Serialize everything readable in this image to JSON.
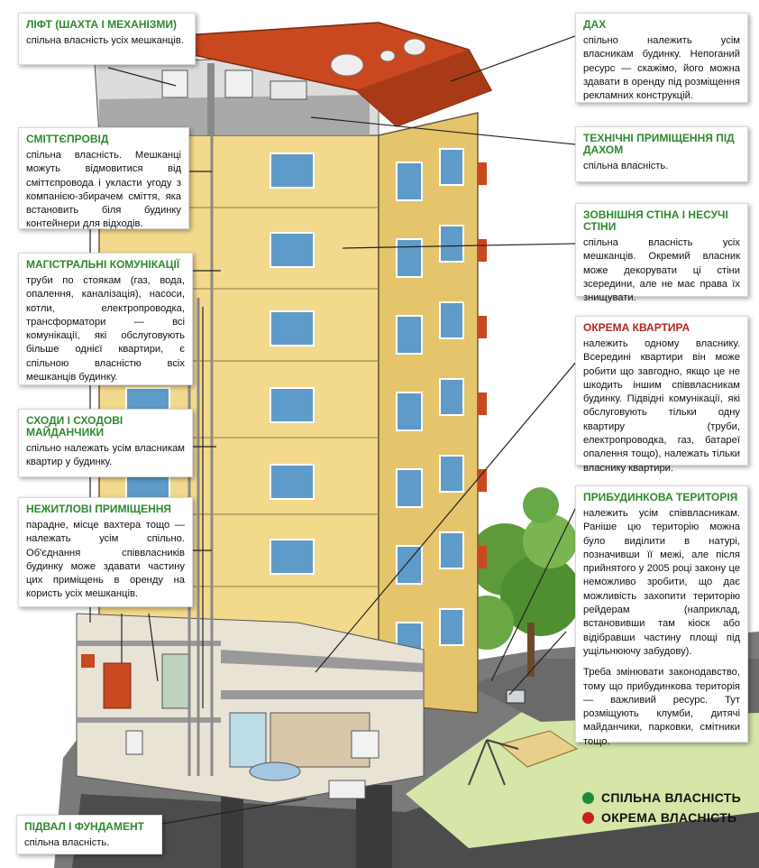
{
  "callouts": [
    {
      "id": "lift",
      "title": "ЛІФТ (ШАХТА І МЕХАНІЗМИ)",
      "title_color": "green",
      "paragraphs": [
        "спільна власність усіх мешканців."
      ]
    },
    {
      "id": "garbage",
      "title": "СМІТТЄПРОВІД",
      "title_color": "green",
      "paragraphs": [
        "спільна власність. Мешканці можуть відмовитися від сміттєпровода і укласти угоду з компанією-збирачем сміття, яка встановить біля будинку контейнери для відходів."
      ]
    },
    {
      "id": "utilities",
      "title": "МАГІСТРАЛЬНІ КОМУНІКАЦІЇ",
      "title_color": "green",
      "paragraphs": [
        "труби по стоякам (газ, вода, опалення, каналізація), насоси, котли, електропроводка, трансформатори — всі комунікації, які обслуговують більше однієї квартири, є спільною власністю всіх мешканців будинку."
      ]
    },
    {
      "id": "stairs",
      "title": "СХОДИ І СХОДОВІ МАЙДАНЧИКИ",
      "title_color": "green",
      "paragraphs": [
        "спільно належать усім власникам квартир у будинку."
      ]
    },
    {
      "id": "nonresidential",
      "title": "НЕЖИТЛОВІ ПРИМІЩЕННЯ",
      "title_color": "green",
      "paragraphs": [
        "парадне, місце вахтера тощо — належать усім спільно. Об'єднання співвласників будинку може здавати частину цих приміщень в оренду на користь усіх мешканців."
      ]
    },
    {
      "id": "basement",
      "title": "ПІДВАЛ І ФУНДАМЕНТ",
      "title_color": "green",
      "paragraphs": [
        "спільна власність."
      ]
    },
    {
      "id": "roof",
      "title": "ДАХ",
      "title_color": "green",
      "paragraphs": [
        "спільно належить усім власникам будинку. Непоганий ресурс — скажімо, його можна здавати в оренду під розміщення рекламних конструкцій."
      ]
    },
    {
      "id": "technical",
      "title": "ТЕХНІЧНІ ПРИМІЩЕННЯ ПІД ДАХОМ",
      "title_color": "green",
      "paragraphs": [
        "спільна власність."
      ]
    },
    {
      "id": "walls",
      "title": "ЗОВНІШНЯ СТІНА І НЕСУЧІ СТІНИ",
      "title_color": "green",
      "paragraphs": [
        "спільна власність усіх мешканців. Окремий власник може декорувати ці стіни зсередини, але не має права їх знищувати."
      ]
    },
    {
      "id": "apartment",
      "title": "ОКРЕМА КВАРТИРА",
      "title_color": "red",
      "paragraphs": [
        "належить одному власнику. Всередині квартири він може робити що завгодно, якщо це не шкодить іншим співвласникам будинку. Підвідні комунікації, які обслуговують тільки одну квартиру (труби, електропроводка, газ, батареї опалення тощо), належать тільки власнику квартири."
      ]
    },
    {
      "id": "territory",
      "title": "ПРИБУДИНКОВА ТЕРИТОРІЯ",
      "title_color": "green",
      "paragraphs": [
        "належить усім співвласникам. Раніше цю територію можна було виділити в натурі, позначивши її межі, але після прийнятого у 2005 році закону це неможливо зробити, що дає можливість захопити територію рейдерам (наприклад, встановивши там кіоск або відібравши частину площі під ущільнюючу забудову).",
        "Треба змінювати законодавство, тому що прибудинкова територія — важливий ресурс. Тут розміщують клумби, дитячі майданчики, парковки, смітники тощо."
      ]
    }
  ],
  "legend": [
    {
      "label": "СПІЛЬНА ВЛАСНІСТЬ",
      "color": "#1e8a3c"
    },
    {
      "label": "ОКРЕМА ВЛАСНІСТЬ",
      "color": "#c8201c"
    }
  ],
  "colors": {
    "title_green": "#2e8a2e",
    "title_red": "#b3261e",
    "facade": "#f3d98c",
    "roof": "#c9481f",
    "window": "#5f9bc9"
  }
}
